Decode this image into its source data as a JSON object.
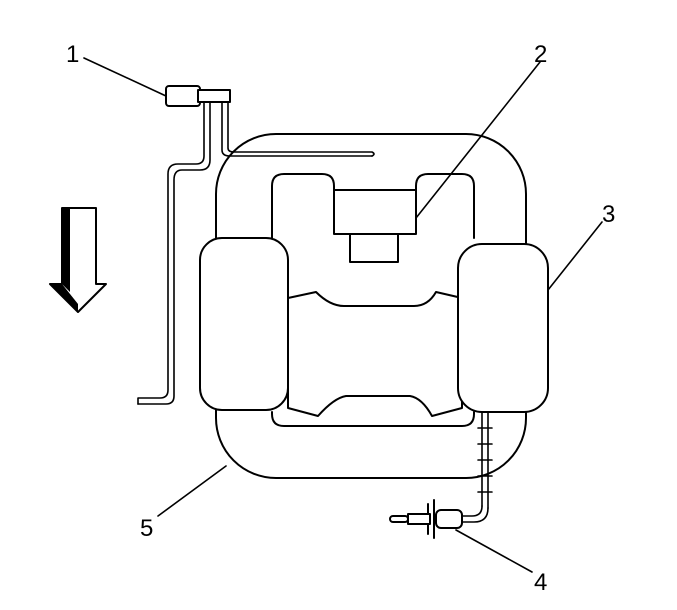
{
  "callouts": [
    {
      "id": "1",
      "label": "1"
    },
    {
      "id": "2",
      "label": "2"
    },
    {
      "id": "3",
      "label": "3"
    },
    {
      "id": "4",
      "label": "4"
    },
    {
      "id": "5",
      "label": "5"
    }
  ],
  "icons": {
    "direction_arrow": "down-arrow-icon"
  },
  "colors": {
    "line": "#000000",
    "background": "#ffffff"
  }
}
